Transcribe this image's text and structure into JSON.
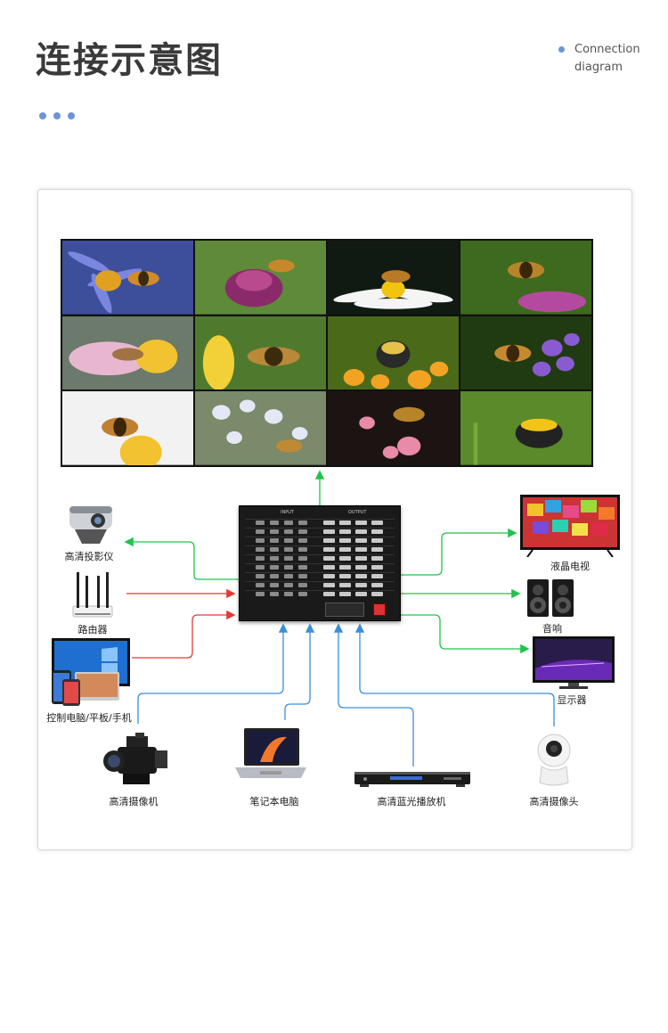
{
  "header": {
    "title": "连接示意图",
    "en_line1": "Connection",
    "en_line2": "diagram"
  },
  "colors": {
    "accent": "#6b95d6",
    "green_line": "#22c24a",
    "red_line": "#e53935",
    "blue_line": "#3b8fd9"
  },
  "devices": {
    "projector": "高清投影仪",
    "router": "路由器",
    "control": "控制电脑/平板/手机",
    "lcd_tv": "液晶电视",
    "speaker": "音响",
    "monitor": "显示器",
    "camcorder": "高清摄像机",
    "laptop": "笔记本电脑",
    "bluray": "高清蓝光播放机",
    "ipcam": "高清摄像头"
  },
  "matrix": {
    "input_label": "INPUT",
    "output_label": "OUTPUT"
  },
  "icons": {
    "projector": "projector-icon",
    "router": "router-icon",
    "control": "computer-devices-icon",
    "lcd_tv": "tv-icon",
    "speaker": "speaker-icon",
    "monitor": "monitor-icon",
    "camcorder": "camcorder-icon",
    "laptop": "laptop-icon",
    "bluray": "bluray-player-icon",
    "ipcam": "security-camera-icon"
  }
}
